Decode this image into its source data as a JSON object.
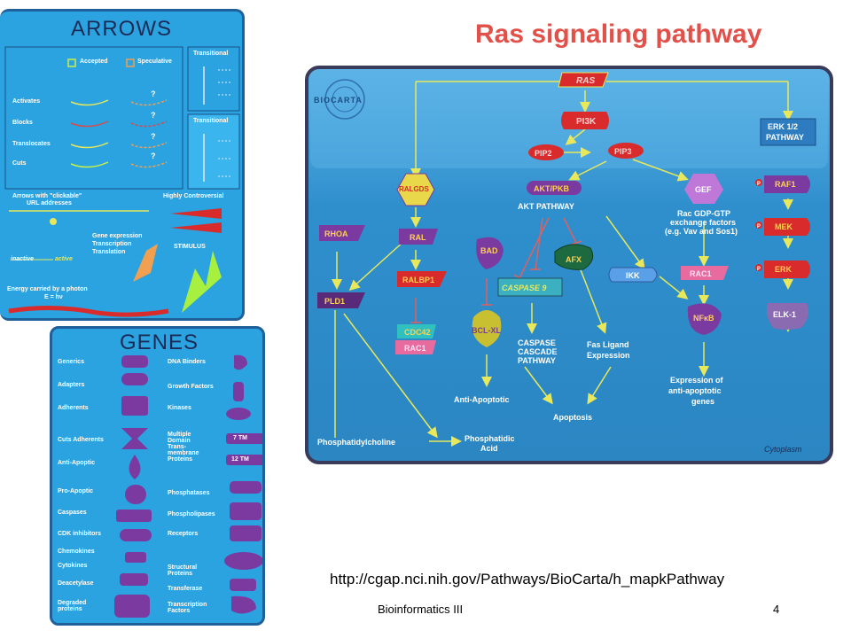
{
  "slide": {
    "title": "Ras signaling pathway",
    "url": "http://cgap.nci.nih.gov/Pathways/BioCarta/h_mapkPathway",
    "footer_left": "Bioinformatics III",
    "page_number": "4"
  },
  "arrows_legend": {
    "title": "ARROWS",
    "accepted": "Accepted",
    "speculative": "Speculative",
    "rows": [
      "Activates",
      "Blocks",
      "Translocates",
      "Cuts"
    ],
    "question": "?",
    "transitional_1": "Transitional",
    "transitional_2": "Transitional",
    "clickable": "Arrows with \"clickable\"",
    "clickable_2": "URL addresses",
    "highly_controversial": "Highly Controversial",
    "gene_expression": "Gene expression",
    "transcription": "Transcription",
    "translation": "Translation",
    "inactive": "inactive",
    "active": "active",
    "stimulus": "STIMULUS",
    "energy": "Energy carried by a photon",
    "energy_eq": "E = hν"
  },
  "genes_legend": {
    "title": "GENES",
    "left_items": [
      "Generics",
      "Adapters",
      "Adherents",
      "Cuts Adherents",
      "Anti-Apoptic",
      "Pro-Apoptic",
      "Caspases",
      "CDK inhibitors",
      "Chemokines",
      "Cytokines",
      "Deacetylase",
      "Degraded proteins"
    ],
    "right_items": [
      "DNA Binders",
      "Growth Factors",
      "Kinases",
      "Multiple Domain Trans-membrane Proteins",
      "Phosphatases",
      "Phospholipases",
      "Receptors",
      "Structural Proteins",
      "Transferase",
      "Transcription Factors"
    ],
    "tm7": "7 TM",
    "tm12": "12 TM"
  },
  "pathway": {
    "logo": "BIOCARTA",
    "nodes": {
      "ras": "RAS",
      "pi3k": "PI3K",
      "pip2": "PIP2",
      "pip3": "PIP3",
      "ralgds": "RALGDS",
      "aktpkb": "AKT/PKB",
      "akt_pathway": "AKT PATHWAY",
      "gef": "GEF",
      "rac_gdp_1": "Rac GDP-GTP",
      "rac_gdp_2": "exchange factors",
      "rac_gdp_3": "(e.g. Vav and Sos1)",
      "erk_pathway_1": "ERK 1/2",
      "erk_pathway_2": "PATHWAY",
      "raf1": "RAF1",
      "mek": "MEK",
      "erk": "ERK",
      "elk1": "ELK-1",
      "rhoa": "RHOA",
      "ral": "RAL",
      "bad": "BAD",
      "afx": "AFX",
      "ikk": "IKK",
      "rac1_a": "RAC1",
      "ralbp1": "RALBP1",
      "caspase9": "CASPASE 9",
      "pld1": "PLD1",
      "cdc42": "CDC42",
      "rac1_b": "RAC1",
      "bclxl": "BCL-XL",
      "caspase_cascade_1": "CASPASE",
      "caspase_cascade_2": "CASCADE",
      "caspase_cascade_3": "PATHWAY",
      "fas_1": "Fas Ligand",
      "fas_2": "Expression",
      "nfkb": "NFκB",
      "expr_1": "Expression of",
      "expr_2": "anti-apoptotic",
      "expr_3": "genes",
      "anti_apoptotic": "Anti-Apoptotic",
      "apoptosis": "Apoptosis",
      "phosphatidylcholine": "Phosphatidylcholine",
      "phosphatidic_1": "Phosphatidic",
      "phosphatidic_2": "Acid",
      "cytoplasm": "Cytoplasm",
      "p": "P"
    }
  },
  "colors": {
    "panel_blue": "#2aa3e0",
    "pathway_bg": "#2f8fc8",
    "title_red": "#e2504a",
    "node_red": "#d92b2b",
    "node_purple": "#7b3aa0",
    "node_pink": "#e86ba0",
    "node_yellow": "#e8d84a",
    "arrow_yellow": "#e8e85a"
  }
}
